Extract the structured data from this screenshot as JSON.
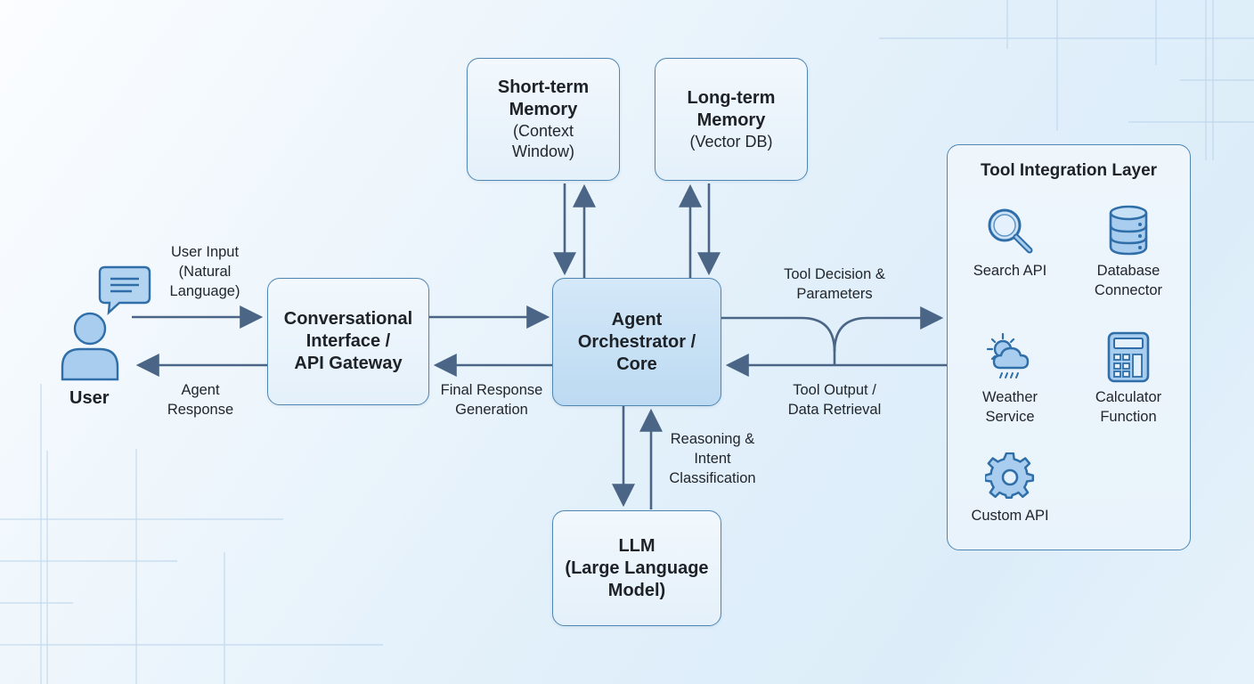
{
  "diagram": {
    "colors": {
      "node_border": "#4f86b3",
      "node_fill": "#e8f2fb",
      "core_fill": "#c6e0f5",
      "arrow": "#4a6585",
      "icon_stroke": "#2f6ea8",
      "icon_fill": "#a9cdee",
      "text": "#1e2227"
    },
    "user": {
      "label": "User",
      "icons": [
        "user-icon",
        "chat-bubble-icon"
      ]
    },
    "nodes": {
      "gateway": {
        "title_lines": [
          "Conversational",
          "Interface /",
          "API Gateway"
        ]
      },
      "core": {
        "title_lines": [
          "Agent",
          "Orchestrator /",
          "Core"
        ]
      },
      "short_term_memory": {
        "title_lines": [
          "Short-term",
          "Memory"
        ],
        "subtitle_lines": [
          "(Context",
          "Window)"
        ]
      },
      "long_term_memory": {
        "title_lines": [
          "Long-term",
          "Memory"
        ],
        "subtitle_lines": [
          "(Vector DB)"
        ]
      },
      "llm": {
        "title_lines": [
          "LLM",
          "(Large Language",
          "Model)"
        ]
      }
    },
    "edge_labels": {
      "user_input": [
        "User Input",
        "(Natural",
        "Language)"
      ],
      "agent_response": [
        "Agent",
        "Response"
      ],
      "final_response": [
        "Final Response",
        "Generation"
      ],
      "tool_decision": [
        "Tool Decision &",
        "Parameters"
      ],
      "tool_output": [
        "Tool Output /",
        "Data Retrieval"
      ],
      "reasoning": [
        "Reasoning &",
        "Intent",
        "Classification"
      ]
    },
    "edges": [
      {
        "from": "user",
        "to": "gateway",
        "label": "user_input"
      },
      {
        "from": "gateway",
        "to": "user",
        "label": "agent_response"
      },
      {
        "from": "gateway",
        "to": "core",
        "label": ""
      },
      {
        "from": "core",
        "to": "gateway",
        "label": "final_response"
      },
      {
        "from": "short_term_memory",
        "to": "core",
        "label": ""
      },
      {
        "from": "core",
        "to": "short_term_memory",
        "label": ""
      },
      {
        "from": "core",
        "to": "long_term_memory",
        "label": ""
      },
      {
        "from": "long_term_memory",
        "to": "core",
        "label": ""
      },
      {
        "from": "core",
        "to": "llm",
        "label": ""
      },
      {
        "from": "llm",
        "to": "core",
        "label": "reasoning"
      },
      {
        "from": "core",
        "to": "tool_layer",
        "label": "tool_decision"
      },
      {
        "from": "tool_layer",
        "to": "core",
        "label": "tool_output"
      }
    ],
    "tool_layer": {
      "title": "Tool Integration Layer",
      "tools": [
        {
          "icon": "search-icon",
          "label_lines": [
            "Search API"
          ]
        },
        {
          "icon": "database-icon",
          "label_lines": [
            "Database",
            "Connector"
          ]
        },
        {
          "icon": "weather-icon",
          "label_lines": [
            "Weather",
            "Service"
          ]
        },
        {
          "icon": "calculator-icon",
          "label_lines": [
            "Calculator",
            "Function"
          ]
        },
        {
          "icon": "gear-icon",
          "label_lines": [
            "Custom API"
          ]
        }
      ]
    }
  }
}
